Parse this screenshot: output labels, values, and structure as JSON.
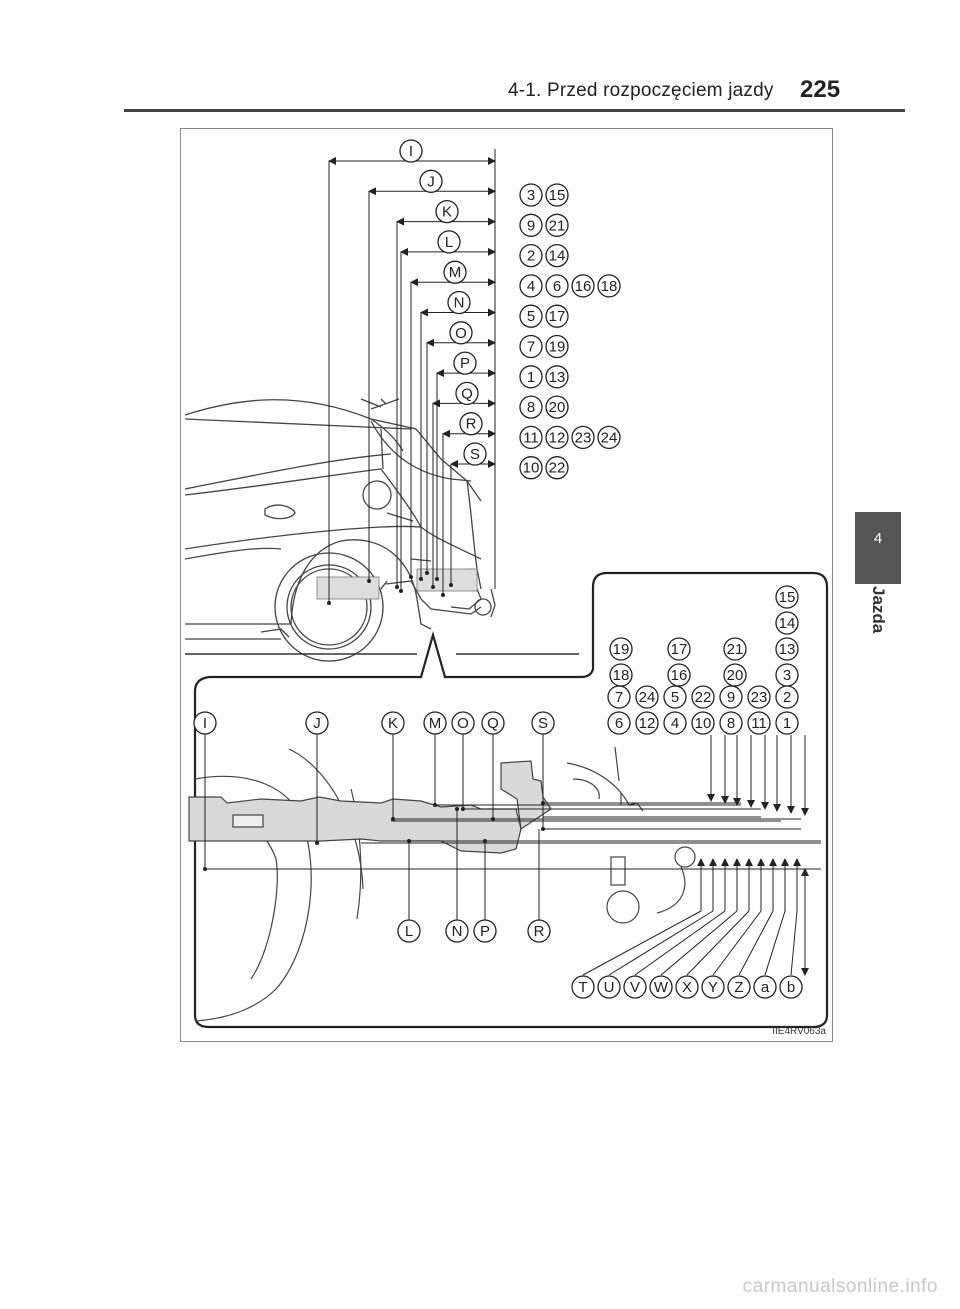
{
  "header": {
    "section_title": "4-1. Przed rozpoczęciem jazdy",
    "page_number": "225"
  },
  "side_tab": {
    "chapter_number": "4",
    "chapter_label": "Jazda"
  },
  "figure": {
    "code": "IIE4RV063a",
    "top_labels": [
      "I",
      "J",
      "K",
      "L",
      "M",
      "N",
      "O",
      "P",
      "Q",
      "R",
      "S"
    ],
    "top_number_rows": [
      [
        "3",
        "15"
      ],
      [
        "9",
        "21"
      ],
      [
        "2",
        "14"
      ],
      [
        "4",
        "6",
        "16",
        "18"
      ],
      [
        "5",
        "17"
      ],
      [
        "7",
        "19"
      ],
      [
        "1",
        "13"
      ],
      [
        "8",
        "20"
      ],
      [
        "11",
        "12",
        "23",
        "24"
      ],
      [
        "10",
        "22"
      ]
    ],
    "detail_number_rows": [
      [
        "15"
      ],
      [
        "14"
      ],
      [
        "19",
        "17",
        "21",
        "13"
      ],
      [
        "18",
        "16",
        "20",
        "3"
      ],
      [
        "7",
        "24",
        "5",
        "22",
        "9",
        "23",
        "2"
      ],
      [
        "6",
        "12",
        "4",
        "10",
        "8",
        "11",
        "1"
      ]
    ],
    "detail_top_letters": [
      "I",
      "J",
      "K",
      "M",
      "O",
      "Q",
      "S"
    ],
    "detail_bottom_letters": [
      "L",
      "N",
      "P",
      "R"
    ],
    "bottom_letters": [
      "T",
      "U",
      "V",
      "W",
      "X",
      "Y",
      "Z",
      "a",
      "b"
    ]
  },
  "footer": {
    "watermark": "carmanualsonline.info"
  }
}
